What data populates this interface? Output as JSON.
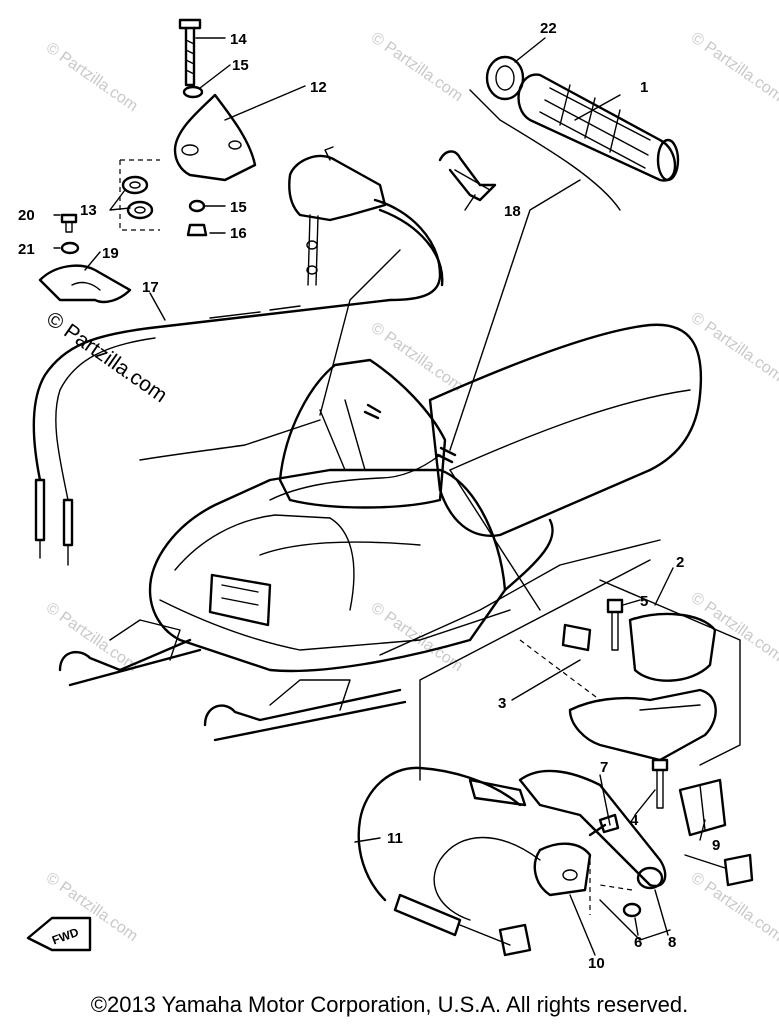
{
  "diagram": {
    "watermark": "© Partzilla.com",
    "fwd_label": "FWD",
    "callouts": {
      "c1": "1",
      "c2": "2",
      "c3": "3",
      "c4": "4",
      "c5": "5",
      "c6": "6",
      "c7": "7",
      "c8": "8",
      "c9": "9",
      "c10": "10",
      "c11": "11",
      "c12": "12",
      "c13": "13",
      "c14": "14",
      "c15a": "15",
      "c15b": "15",
      "c16": "16",
      "c17": "17",
      "c18": "18",
      "c19": "19",
      "c20": "20",
      "c21": "21",
      "c22": "22"
    }
  },
  "footer": {
    "copyright": "©2013 Yamaha Motor Corporation, U.S.A. All rights reserved."
  }
}
